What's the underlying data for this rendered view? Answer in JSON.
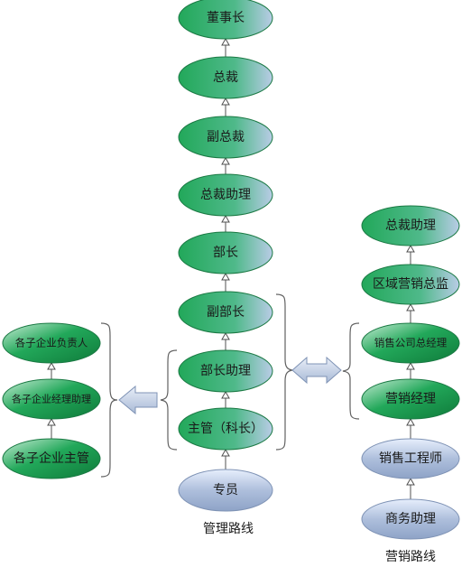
{
  "colors": {
    "green_node_light": "#c8ecd6",
    "green_node": "#22a85a",
    "green_node_dark": "#0f7a3a",
    "blue_node_light": "#e6eefc",
    "blue_node": "#aebfdc",
    "blue_node_dark": "#8ea3c7",
    "bracket": "#606060",
    "arrow_fill": "#c9d5ea",
    "arrow_stroke": "#7f93b5"
  },
  "management": {
    "caption": "管理路线",
    "nodes": [
      "董事长",
      "总裁",
      "副总裁",
      "总裁助理",
      "部长",
      "副部长",
      "部长助理",
      "主管（科长）",
      "专员"
    ]
  },
  "subsidiary": {
    "nodes": [
      "各子企业负责人",
      "各子企业经理助理",
      "各子企业主管"
    ]
  },
  "marketing": {
    "caption": "营销路线",
    "nodes": [
      "总裁助理",
      "区域营销总监",
      "销售公司总经理",
      "营销经理",
      "销售工程师",
      "商务助理"
    ]
  }
}
